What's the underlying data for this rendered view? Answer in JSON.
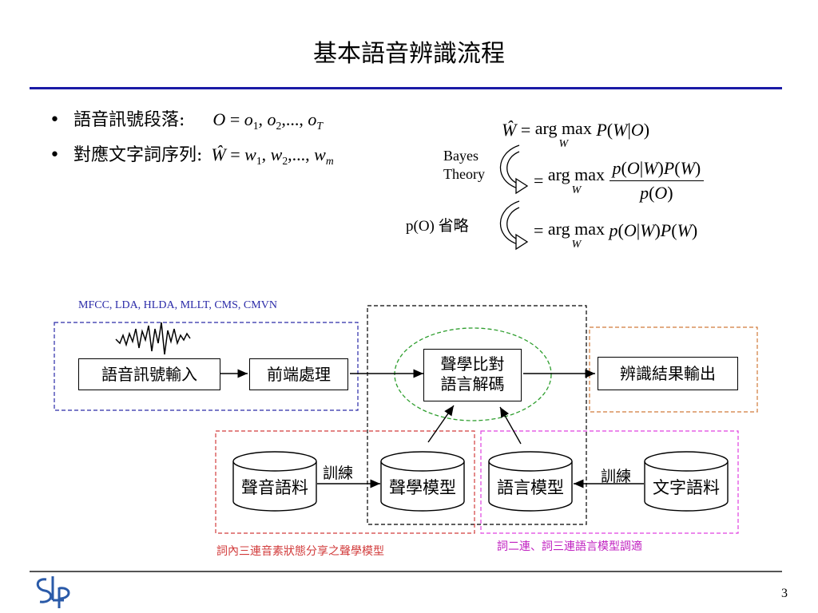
{
  "title": "基本語音辨識流程",
  "bullets": [
    {
      "label": "語音訊號段落:",
      "symbol": "O",
      "equals": "=",
      "terms": [
        "o",
        "1",
        "o",
        "2",
        "o",
        "T"
      ]
    },
    {
      "label": "對應文字詞序列:",
      "symbol": "Ŵ",
      "equals": "=",
      "terms": [
        "w",
        "1",
        "w",
        "2",
        "w",
        "m"
      ]
    }
  ],
  "bullet_char": "•",
  "ellipsis": "...,",
  "comma": ",",
  "equation": {
    "lhs": "Ŵ",
    "eq": "=",
    "argmax": "arg max",
    "under": "W",
    "line1": {
      "P": "P",
      "W": "W",
      "bar": "|",
      "O": "O"
    },
    "line2": {
      "p": "p",
      "O": "O",
      "bar": "|",
      "W": "W",
      "P": "P",
      "den_p": "p",
      "den_O": "O"
    },
    "line3": {
      "p": "p",
      "O": "O",
      "bar": "|",
      "W": "W",
      "P": "P"
    }
  },
  "bayes_label": [
    "Bayes",
    "Theory"
  ],
  "omit_label": "p(O) 省略",
  "features_label": "MFCC, LDA, HLDA, MLLT, CMS, CMVN",
  "boxes": {
    "speech_input": "語音訊號輸入",
    "front_end": "前端處理",
    "decoder_line1": "聲學比對",
    "decoder_line2": "語言解碼",
    "output": "辨識結果輸出"
  },
  "cylinders": {
    "acoustic_corpus": "聲音語料",
    "acoustic_model": "聲學模型",
    "language_model": "語言模型",
    "text_corpus": "文字語料"
  },
  "train_label_1": "訓練",
  "train_label_2": "訓練",
  "note_acoustic": "詞內三連音素狀態分享之聲學模型",
  "note_language": "詞二連、詞三連語言模型調適",
  "logo_text": "SLP",
  "page_number": "3",
  "colors": {
    "title_rule": "#1a1aa6",
    "blue_dash": "#2a2aa8",
    "red_dash": "#d23c3c",
    "orange_dash": "#d07a3a",
    "magenta_dash": "#e040e0",
    "green_dash": "#2e9e2e",
    "features_text": "#2a2aa8",
    "note_acoustic": "#d23c3c",
    "note_language": "#c020c0",
    "logo": "#2a5aa8"
  }
}
